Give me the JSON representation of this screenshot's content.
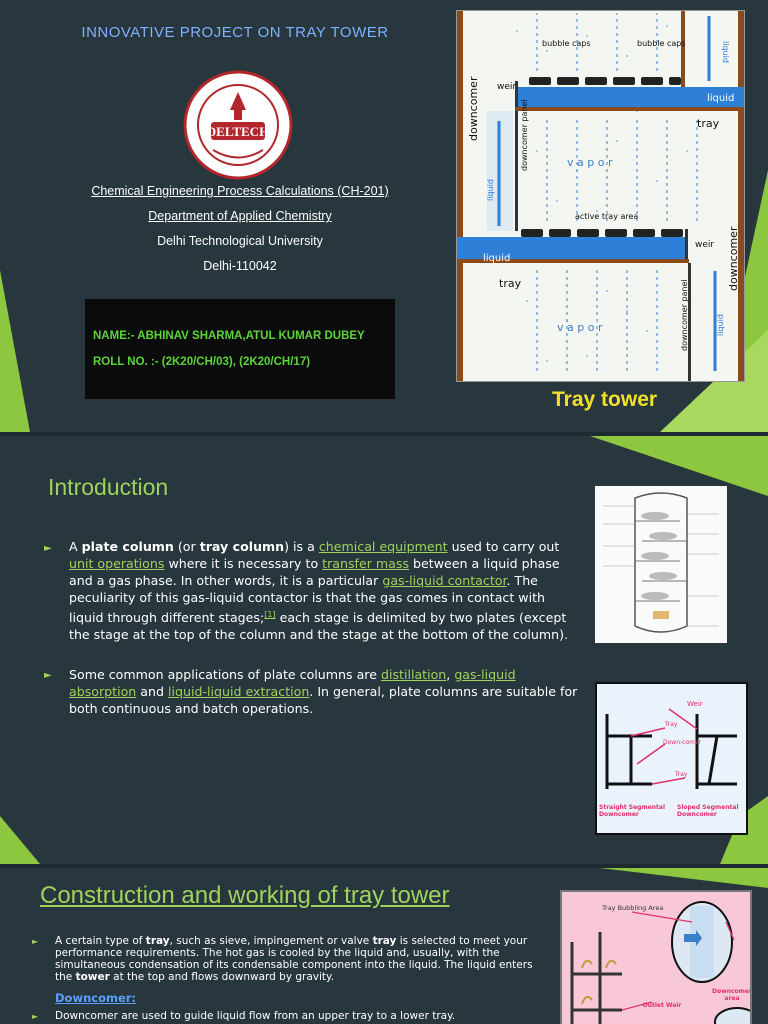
{
  "slide1": {
    "title": "INNOVATIVE PROJECT ON TRAY TOWER",
    "logo_text": "DELTECH",
    "course": "Chemical Engineering Process Calculations (CH-201)",
    "department": "Department of Applied Chemistry",
    "university": "Delhi Technological University",
    "city": "Delhi-110042",
    "name_line": "NAME:-  ABHINAV SHARMA,ATUL KUMAR DUBEY",
    "roll_line": "ROLL NO. :- (2K20/CH/03), (2K20/CH/17)",
    "figure": {
      "label_bubble_caps_1": "bubble caps",
      "label_bubble_caps_2": "bubble caps",
      "label_weir_top": "weir",
      "label_liquid_top": "liquid",
      "label_tray_top": "tray",
      "label_downcomer_left": "downcomer",
      "label_downcomer_panel_1": "downcomer panel",
      "label_liquid_left": "liquid",
      "label_active_area": "active tray area",
      "label_weir_mid": "weir",
      "label_liquid_mid": "liquid",
      "label_tray_mid": "tray",
      "label_downcomer_right": "downcomer",
      "label_downcomer_panel_2": "downcomer panel",
      "label_liquid_right": "liquid",
      "label_liquid_top_right": "liquid",
      "vapor": "v a p o r"
    },
    "caption": "Tray tower",
    "colors": {
      "background": "#28363d",
      "accent_green": "#8dc63f",
      "title_blue": "#7fb2ff",
      "caption_yellow": "#f3e02a",
      "name_green": "#5cd43a"
    }
  },
  "slide2": {
    "heading": "Introduction",
    "p1": {
      "a": "A ",
      "b": "plate column",
      "c": " (or ",
      "d": "tray column",
      "e": ") is a ",
      "f": "chemical equipment",
      "g": " used to carry out ",
      "h": "unit operations",
      "i": " where it is necessary to ",
      "j": "transfer mass",
      "k": " between a liquid phase and a gas phase. In other words, it is a particular ",
      "l": "gas-liquid contactor",
      "m": ". The peculiarity of this gas-liquid contactor is that the gas comes in contact with liquid through different stages;",
      "n": "[1]",
      "o": " each stage is delimited by two plates (except the stage at the top of the column and the stage at the bottom of the column)."
    },
    "p2": {
      "a": "Some common applications of plate columns      are ",
      "b": "distillation",
      "c": ", ",
      "d": "gas-liquid absorption",
      "e": " and ",
      "f": "liquid-liquid extraction",
      "g": ". In general, plate columns are suitable for both continuous and batch operations."
    },
    "fig2": {
      "weir": "Weir",
      "tray": "Tray",
      "downcomer": "Down-comer",
      "tray2": "Tray",
      "cap_left": "Straight Segmental Downcomer",
      "cap_right": "Sloped Segmental Downcomer"
    }
  },
  "slide3": {
    "heading": "Construction and working of tray tower",
    "p1": {
      "a": "A certain type of ",
      "b": "tray",
      "c": ", such as sieve, impingement or valve ",
      "d": "tray",
      "e": " is selected to meet your performance requirements. The hot gas is cooled by the liquid and, usually, with the simultaneous condensation of its condensable component into the liquid. The liquid enters the ",
      "f": "tower",
      "g": " at the top and flows downward by gravity."
    },
    "subheading": "Downcomer:",
    "p2": "Downcomer are used to guide liquid flow from an upper tray to a lower tray.",
    "fig3": {
      "bubbling_area": "Tray Bubbling Area",
      "downcomer_area": "Downcomer area",
      "outlet_weir": "Outlet Weir"
    }
  }
}
